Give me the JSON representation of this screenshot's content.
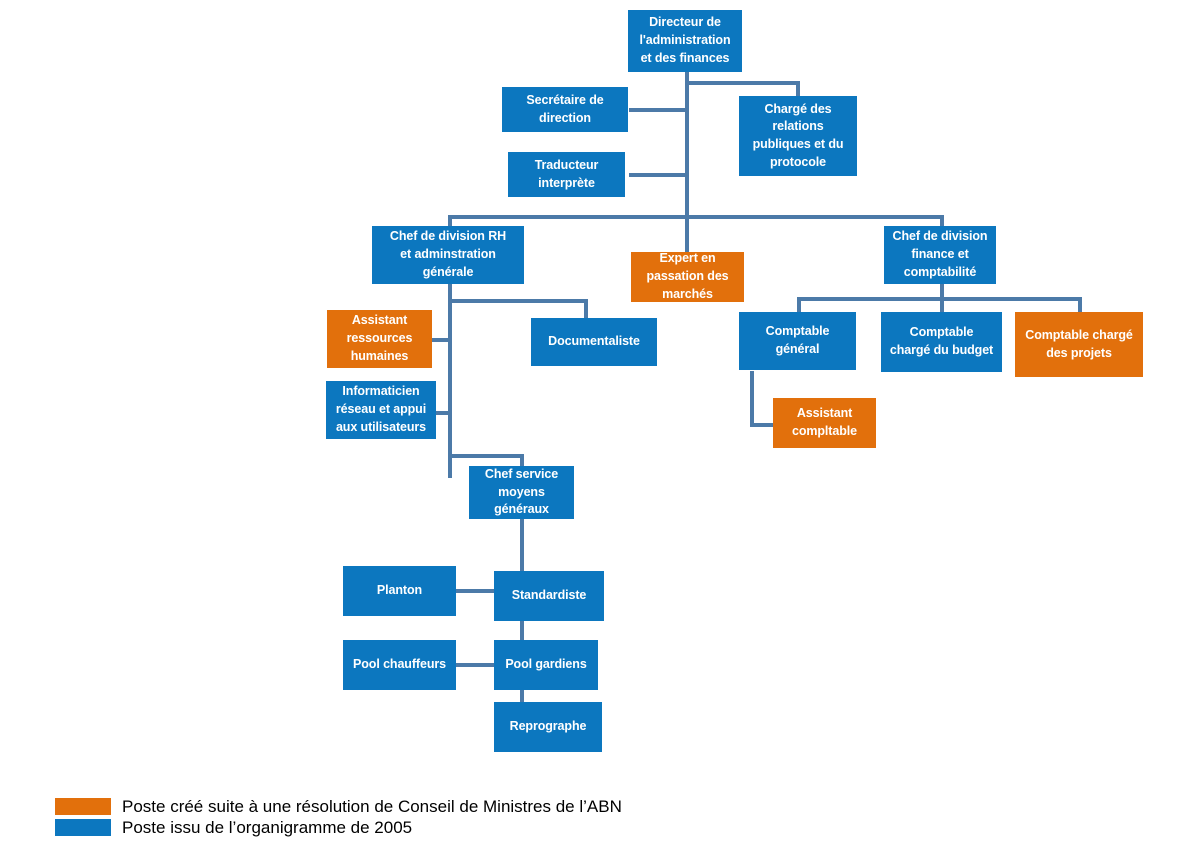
{
  "title": "Organigramme - Direction de l'administration et des finances (ABN)",
  "colors": {
    "blue": "#0C77BF",
    "orange": "#E2700C",
    "connector": "#4C7AA8",
    "background": "#FFFFFF",
    "node_text": "#FFFFFF",
    "legend_text": "#000000"
  },
  "nodes": {
    "director": "Directeur de\nl'administration\net des finances",
    "secretaire": "Secrétaire de\ndirection",
    "traducteur": "Traducteur\ninterprète",
    "relations_publiques": "Chargé des\nrelations\npubliques et du\nprotocole",
    "chef_rh": "Chef de division RH\net adminstration\ngénérale",
    "expert_marches": "Expert en\npassation des\nmarchés",
    "chef_finance": "Chef de division\nfinance et\ncomptabilité",
    "assistant_rh": "Assistant\nressources\nhumaines",
    "documentaliste": "Documentaliste",
    "comptable_general": "Comptable\ngénéral",
    "comptable_budget": "Comptable\nchargé du budget",
    "comptable_projets": "Comptable chargé\ndes projets",
    "informaticien": "Informaticien\nréseau et appui\naux utilisateurs",
    "assistant_comptable": "Assistant\ncompltable",
    "chef_moyens": "Chef service\nmoyens\ngénéraux",
    "planton": "Planton",
    "standardiste": "Standardiste",
    "pool_chauffeurs": "Pool chauffeurs",
    "pool_gardiens": "Pool gardiens",
    "reprographe": "Reprographe"
  },
  "legend": {
    "items": [
      {
        "swatch": "orange",
        "text": "Poste créé suite à une résolution de Conseil de Ministres de l’ABN"
      },
      {
        "swatch": "blue",
        "text": "Poste issu de l’organigramme de 2005"
      }
    ]
  }
}
